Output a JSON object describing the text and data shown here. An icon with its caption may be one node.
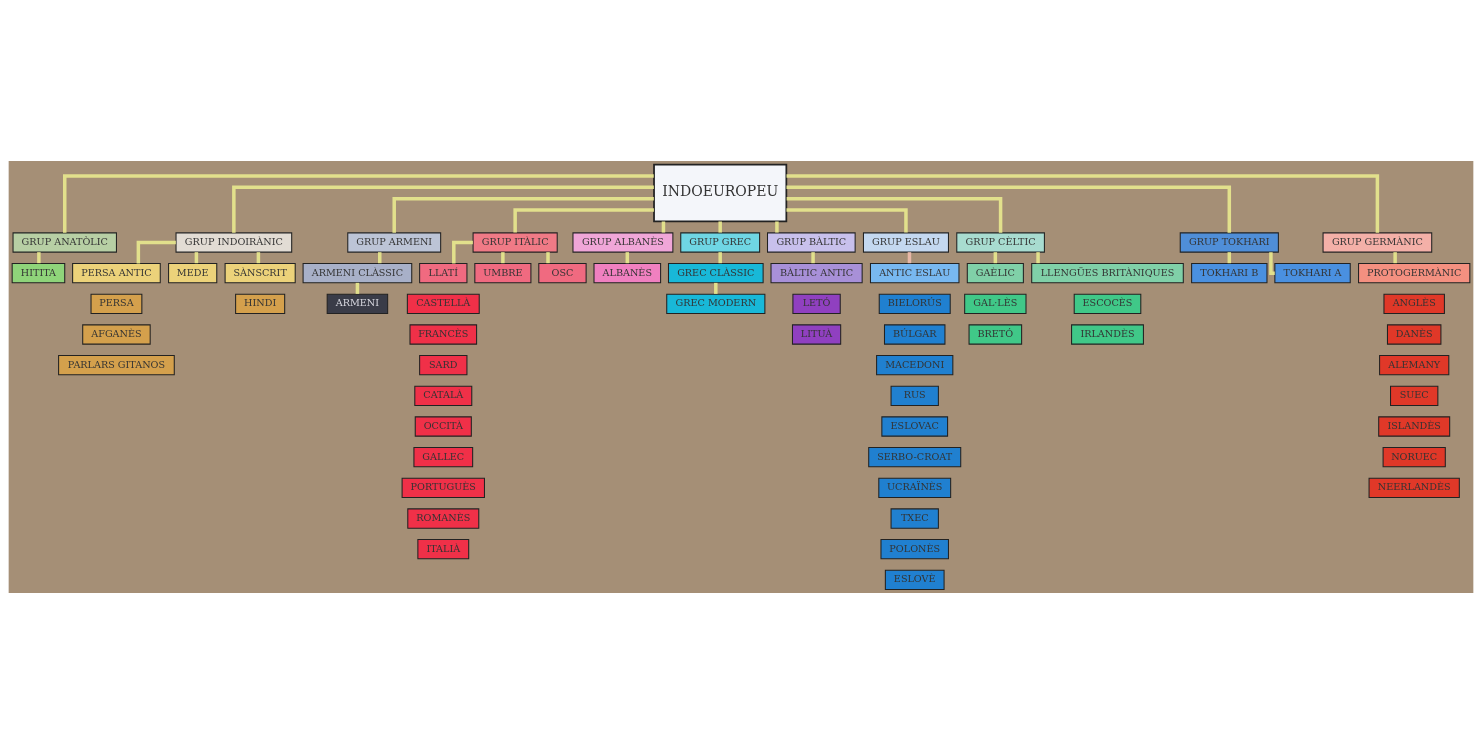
{
  "diagram": {
    "nodes": [
      {
        "text": [
          "INDOEUROPEU"
        ]
      },
      {
        "text": [
          "GRUP ANATÒLIC"
        ]
      },
      {
        "text": [
          "GRUP INDOIRÀNIC"
        ]
      },
      {
        "text": [
          "GRUP ARMENI"
        ]
      },
      {
        "text": [
          "GRUP ITÀLIC"
        ]
      },
      {
        "text": [
          "GRUP ALBANÈS"
        ]
      },
      {
        "text": [
          "GRUP GREC"
        ]
      },
      {
        "text": [
          "GRUP BÀLTIC"
        ]
      },
      {
        "text": [
          "GRUP ESLAU"
        ]
      },
      {
        "text": [
          "GRUP CÈLTIC"
        ]
      },
      {
        "text": [
          "GRUP TOKHARI"
        ]
      },
      {
        "text": [
          "GRUP GERMÀNIC"
        ]
      },
      {
        "text": [
          "HITITA"
        ]
      },
      {
        "text": [
          "PERSA ANTIC"
        ]
      },
      {
        "text": [
          "MEDE"
        ]
      },
      {
        "text": [
          "SÀNSCRIT"
        ]
      },
      {
        "text": [
          "PERSA"
        ]
      },
      {
        "text": [
          "AFGANÈS"
        ]
      },
      {
        "text": [
          "PARLARS GITANOS"
        ]
      },
      {
        "text": [
          "HINDI"
        ]
      },
      {
        "text": [
          "ARMENI CLÀSSIC"
        ]
      },
      {
        "text": [
          "ARMENI"
        ]
      },
      {
        "text": [
          "LLATÍ"
        ]
      },
      {
        "text": [
          "UMBRE"
        ]
      },
      {
        "text": [
          "OSC"
        ]
      },
      {
        "text": [
          "CASTELLÀ"
        ]
      },
      {
        "text": [
          "FRANCÈS"
        ]
      },
      {
        "text": [
          "SARD"
        ]
      },
      {
        "text": [
          "CATALÀ"
        ]
      },
      {
        "text": [
          "OCCITÀ"
        ]
      },
      {
        "text": [
          "GALLEC"
        ]
      },
      {
        "text": [
          "PORTUGUÈS"
        ]
      },
      {
        "text": [
          "ROMANÈS"
        ]
      },
      {
        "text": [
          "ITALIÀ"
        ]
      },
      {
        "text": [
          "ALBANÈS"
        ]
      },
      {
        "text": [
          "GREC CLÀSSIC"
        ]
      },
      {
        "text": [
          "GREC MODERN"
        ]
      },
      {
        "text": [
          "BÀLTIC ANTIC"
        ]
      },
      {
        "text": [
          "LETÓ"
        ]
      },
      {
        "text": [
          "LITUÀ"
        ]
      },
      {
        "text": [
          "ANTIC ESLAU"
        ]
      },
      {
        "text": [
          "BIELORÚS"
        ]
      },
      {
        "text": [
          "BÚLGAR"
        ]
      },
      {
        "text": [
          "MACEDONI"
        ]
      },
      {
        "text": [
          "RUS"
        ]
      },
      {
        "text": [
          "ESLOVAC"
        ]
      },
      {
        "text": [
          "SERBO-CROAT"
        ]
      },
      {
        "text": [
          "UCRAÏNÈS"
        ]
      },
      {
        "text": [
          "TXEC"
        ]
      },
      {
        "text": [
          "POLONÈS"
        ]
      },
      {
        "text": [
          "ESLOVÈ"
        ]
      },
      {
        "text": [
          "GAÈLIC"
        ]
      },
      {
        "text": [
          "LLENGÜES BRITÀNIQUES"
        ]
      },
      {
        "text": [
          "GAL·LÈS"
        ]
      },
      {
        "text": [
          "ESCOCÈS"
        ]
      },
      {
        "text": [
          "BRETÓ"
        ]
      },
      {
        "text": [
          "IRLANDÈS"
        ]
      },
      {
        "text": [
          "TOKHARI B"
        ]
      },
      {
        "text": [
          "TOKHARI A"
        ]
      },
      {
        "text": [
          "PROTOGERMÀNIC"
        ]
      },
      {
        "text": [
          "ANGLÈS"
        ]
      },
      {
        "text": [
          "DANÈS"
        ]
      },
      {
        "text": [
          "ALEMANY"
        ]
      },
      {
        "text": [
          "SUEC"
        ]
      },
      {
        "text": [
          "ISLANDÈS"
        ]
      },
      {
        "text": [
          "NORUEC"
        ]
      },
      {
        "text": [
          "NEERLANDÈS"
        ]
      }
    ],
    "edges": [
      {
        "from": 0,
        "to": 1,
        "arrow": "none"
      },
      {
        "from": 0,
        "to": 2,
        "arrow": "none"
      },
      {
        "from": 0,
        "to": 3,
        "arrow": "none"
      },
      {
        "from": 0,
        "to": 4,
        "arrow": "none"
      },
      {
        "from": 0,
        "to": 5,
        "arrow": "none"
      },
      {
        "from": 0,
        "to": 6,
        "arrow": "none"
      },
      {
        "from": 0,
        "to": 7,
        "arrow": "none"
      },
      {
        "from": 0,
        "to": 8,
        "arrow": "none"
      },
      {
        "from": 0,
        "to": 9,
        "arrow": "none"
      },
      {
        "from": 0,
        "to": 10,
        "arrow": "none"
      },
      {
        "from": 0,
        "to": 11,
        "arrow": "none"
      },
      {
        "from": 1,
        "to": 12,
        "arrow": "none"
      },
      {
        "from": 2,
        "to": 13,
        "arrow": "none"
      },
      {
        "from": 2,
        "to": 14,
        "arrow": "none"
      },
      {
        "from": 2,
        "to": 15,
        "arrow": "none"
      },
      {
        "from": 3,
        "to": 20,
        "arrow": "none"
      },
      {
        "from": 20,
        "to": 21,
        "arrow": "none"
      },
      {
        "from": 4,
        "to": 22,
        "arrow": "none"
      },
      {
        "from": 4,
        "to": 23,
        "arrow": "none"
      },
      {
        "from": 4,
        "to": 24,
        "arrow": "none"
      },
      {
        "from": 5,
        "to": 34,
        "arrow": "none"
      },
      {
        "from": 6,
        "to": 35,
        "arrow": "none"
      },
      {
        "from": 35,
        "to": 36,
        "arrow": "none"
      },
      {
        "from": 7,
        "to": 37,
        "arrow": "none"
      },
      {
        "from": 8,
        "to": 40,
        "arrow": "none",
        "color": "#e8b8a8"
      },
      {
        "from": 9,
        "to": 51,
        "arrow": "none"
      },
      {
        "from": 9,
        "to": 52,
        "arrow": "none"
      },
      {
        "from": 10,
        "to": 57,
        "arrow": "none"
      },
      {
        "from": 10,
        "to": 58,
        "arrow": "none"
      },
      {
        "from": 11,
        "to": 59,
        "arrow": "none"
      }
    ]
  }
}
